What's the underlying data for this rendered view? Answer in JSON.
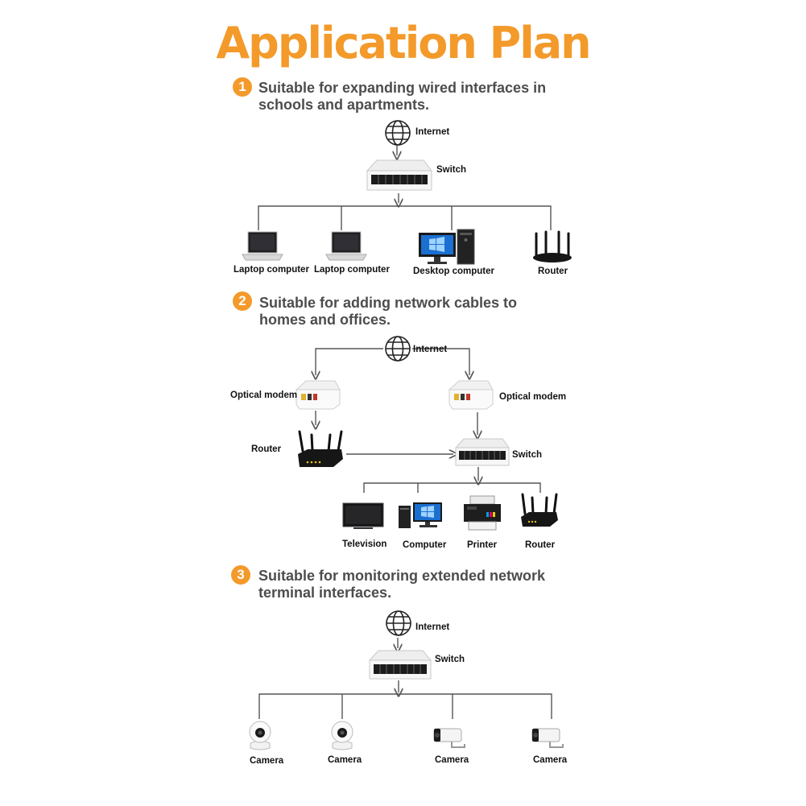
{
  "title": "Application Plan",
  "sections": [
    {
      "number": "1",
      "heading_line1": "Suitable for expanding wired interfaces in",
      "heading_line2": "schools and apartments.",
      "internet_label": "Internet",
      "switch_label": "Switch",
      "devices": [
        "Laptop computer",
        "Laptop computer",
        "Desktop computer",
        "Router"
      ]
    },
    {
      "number": "2",
      "heading_line1": "Suitable for adding network cables to",
      "heading_line2": "homes and offices.",
      "internet_label": "Internet",
      "modem_left_label": "Optical modem",
      "modem_right_label": "Optical modem",
      "router_label": "Router",
      "switch_label": "Switch",
      "devices": [
        "Television",
        "Computer",
        "Printer",
        "Router"
      ]
    },
    {
      "number": "3",
      "heading_line1": "Suitable for monitoring extended network",
      "heading_line2": "terminal interfaces.",
      "internet_label": "Internet",
      "switch_label": "Switch",
      "devices": [
        "Camera",
        "Camera",
        "Camera",
        "Camera"
      ]
    }
  ],
  "colors": {
    "accent": "#f39a2b",
    "heading": "#4d4d4d",
    "line": "#555555"
  }
}
